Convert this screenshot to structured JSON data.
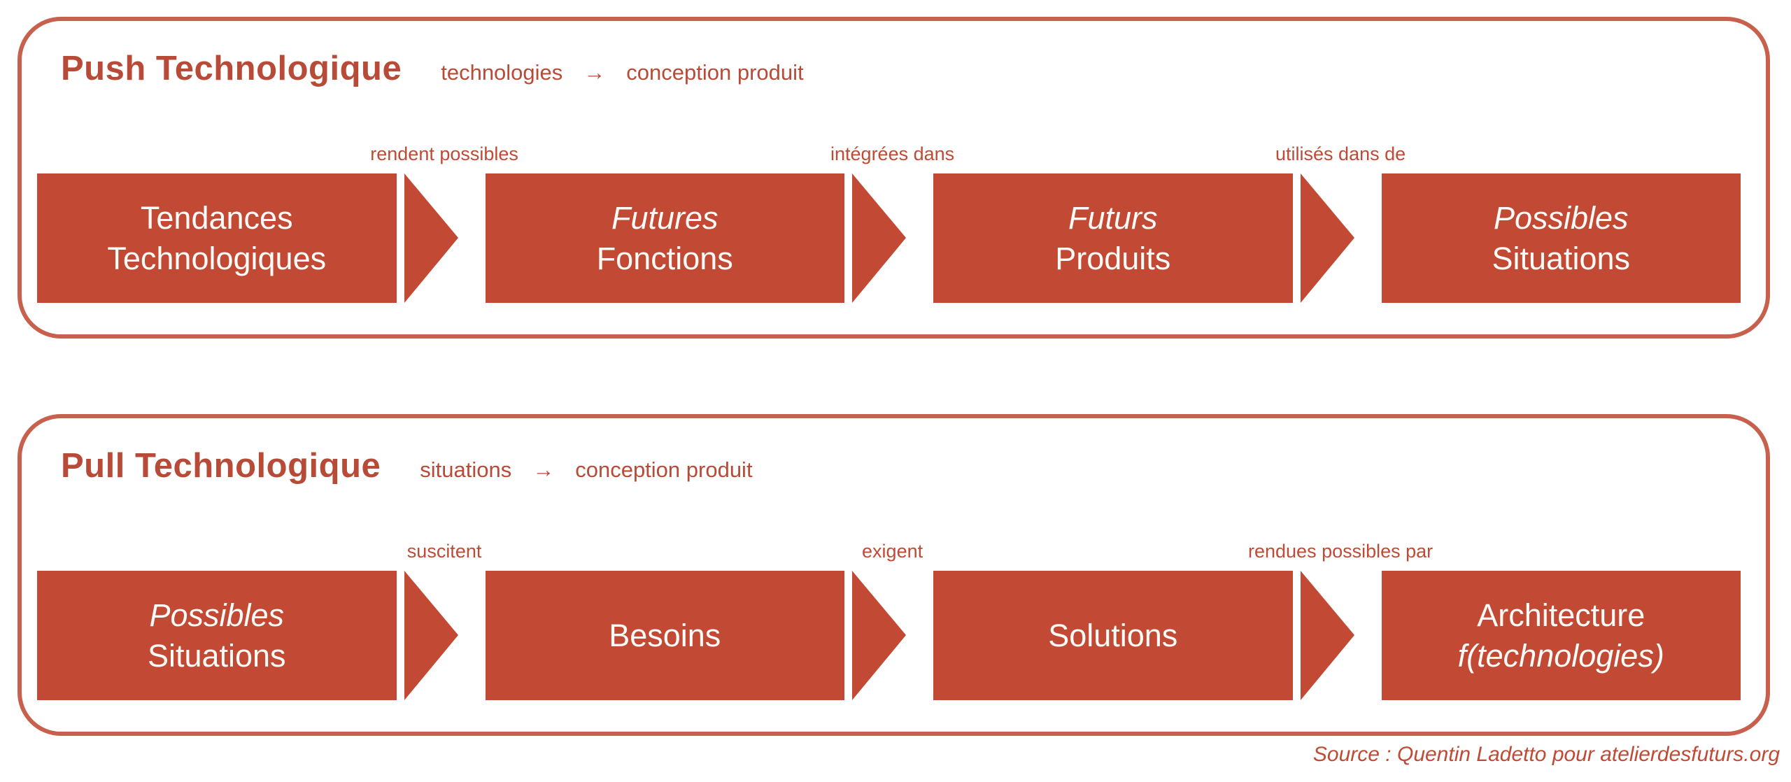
{
  "colors": {
    "box_fill": "#c24a35",
    "panel_border": "#c7604c",
    "title_text": "#b84b38",
    "label_text": "#bf4a35",
    "box_text": "#fcfbf8"
  },
  "panels": [
    {
      "title": "Push Technologique",
      "subtitle": {
        "from": "technologies",
        "arrow_glyph": "→",
        "to": "conception produit"
      },
      "boxes": [
        {
          "line1": "Tendances",
          "line2": "Technologiques"
        },
        {
          "line1": "Futures",
          "line2": "Fonctions"
        },
        {
          "line1": "Futurs",
          "line2": "Produits"
        },
        {
          "line1": "Possibles",
          "line2": "Situations"
        }
      ],
      "arrow_labels": [
        "rendent possibles",
        "intégrées dans",
        "utilisés dans de"
      ]
    },
    {
      "title": "Pull Technologique",
      "subtitle": {
        "from": "situations",
        "arrow_glyph": "→",
        "to": "conception produit"
      },
      "boxes": [
        {
          "line1": "Possibles",
          "line2": "Situations"
        },
        {
          "line1": "Besoins"
        },
        {
          "line1": "Solutions"
        },
        {
          "line1": "Architecture",
          "line2": "f(technologies)"
        }
      ],
      "arrow_labels": [
        "suscitent",
        "exigent",
        "rendues possibles par"
      ]
    }
  ],
  "source": "Source : Quentin Ladetto pour atelierdesfuturs.org"
}
